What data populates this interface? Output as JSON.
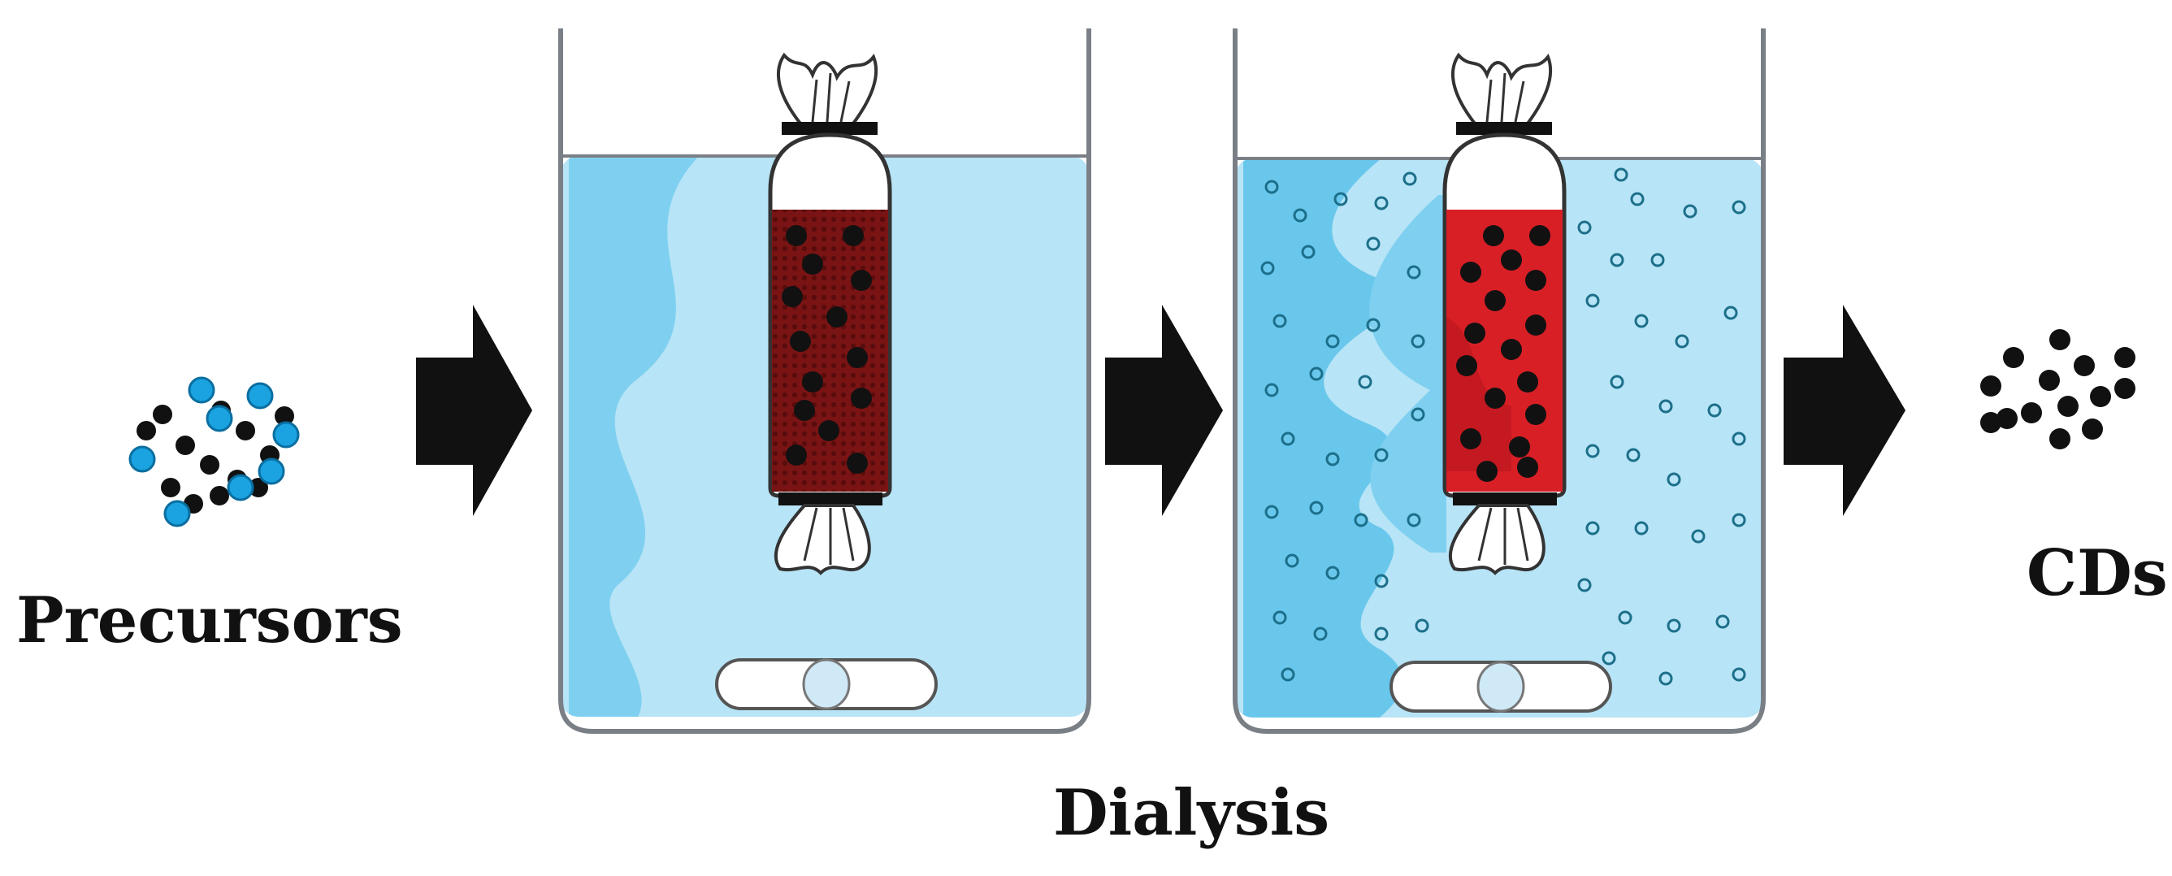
{
  "labels": {
    "precursors": "Precursors",
    "dialysis": "Dialysis",
    "cds": "CDs"
  },
  "colors": {
    "water": "#b7e4f6",
    "water_swirl": "#7fd0f0",
    "water_swirl_dark": "#4fbde8",
    "beaker_outline": "#7a7f86",
    "bag_dark": "#7a1414",
    "bag_bright": "#d81f26",
    "particle_black": "#111111",
    "particle_blue": "#1aa3e0",
    "arrow": "#111111"
  },
  "icons": [
    "arrow-right-icon",
    "dialysis-bag-icon",
    "stir-bar-icon",
    "beaker-icon"
  ]
}
